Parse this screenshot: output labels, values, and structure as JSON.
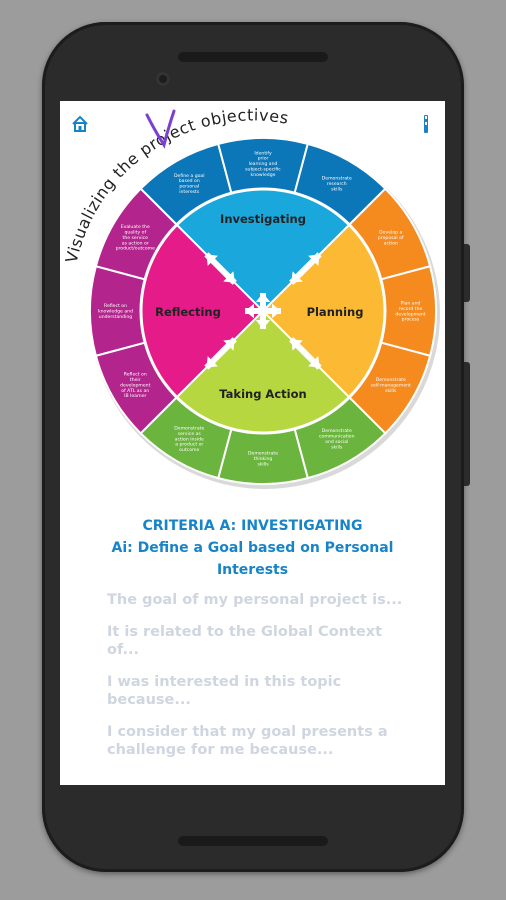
{
  "diagram": {
    "title": "Visualizing the project objectives",
    "center_labels": {
      "investigating": "Investigating",
      "planning": "Planning",
      "taking_action": "Taking Action",
      "reflecting": "Reflecting"
    },
    "outer_labels": [
      "Define a goal based on personal interests",
      "Identify prior learning and subject-specific knowledge",
      "Demonstrate research skills",
      "Develop a proposal of action",
      "Plan and record the development process",
      "Demonstrate self-management skills",
      "Demonstrate communication and social skills",
      "Demonstrate thinking skills",
      "Demonstrate service as action inside a product or outcome",
      "Reflect on their development of ATL as an IB learner",
      "Reflect on knowledge and understanding",
      "Evaluate the quality of the service as action or product/outcome"
    ],
    "colors": {
      "investigating": "#1aa7dc",
      "investigating_outer": "#0b76b8",
      "planning": "#fbb934",
      "planning_outer": "#f58a1f",
      "taking_action": "#b6d73f",
      "taking_action_outer": "#6bb43e",
      "reflecting": "#e51b8a",
      "reflecting_outer": "#b3248d"
    }
  },
  "content": {
    "criteria": "CRITERIA A: INVESTIGATING",
    "subtitle_line1": "Ai: Define a Goal based on Personal",
    "subtitle_line2": "Interests",
    "prompts": [
      [
        "The goal of my personal project is..."
      ],
      [
        "It is related to the Global Context",
        "of..."
      ],
      [
        "I was interested in this topic",
        "because..."
      ],
      [
        "I consider that my goal presents a",
        "challenge for me because..."
      ]
    ]
  },
  "icons": {
    "home": "home-icon",
    "more": "more-vertical-icon"
  }
}
